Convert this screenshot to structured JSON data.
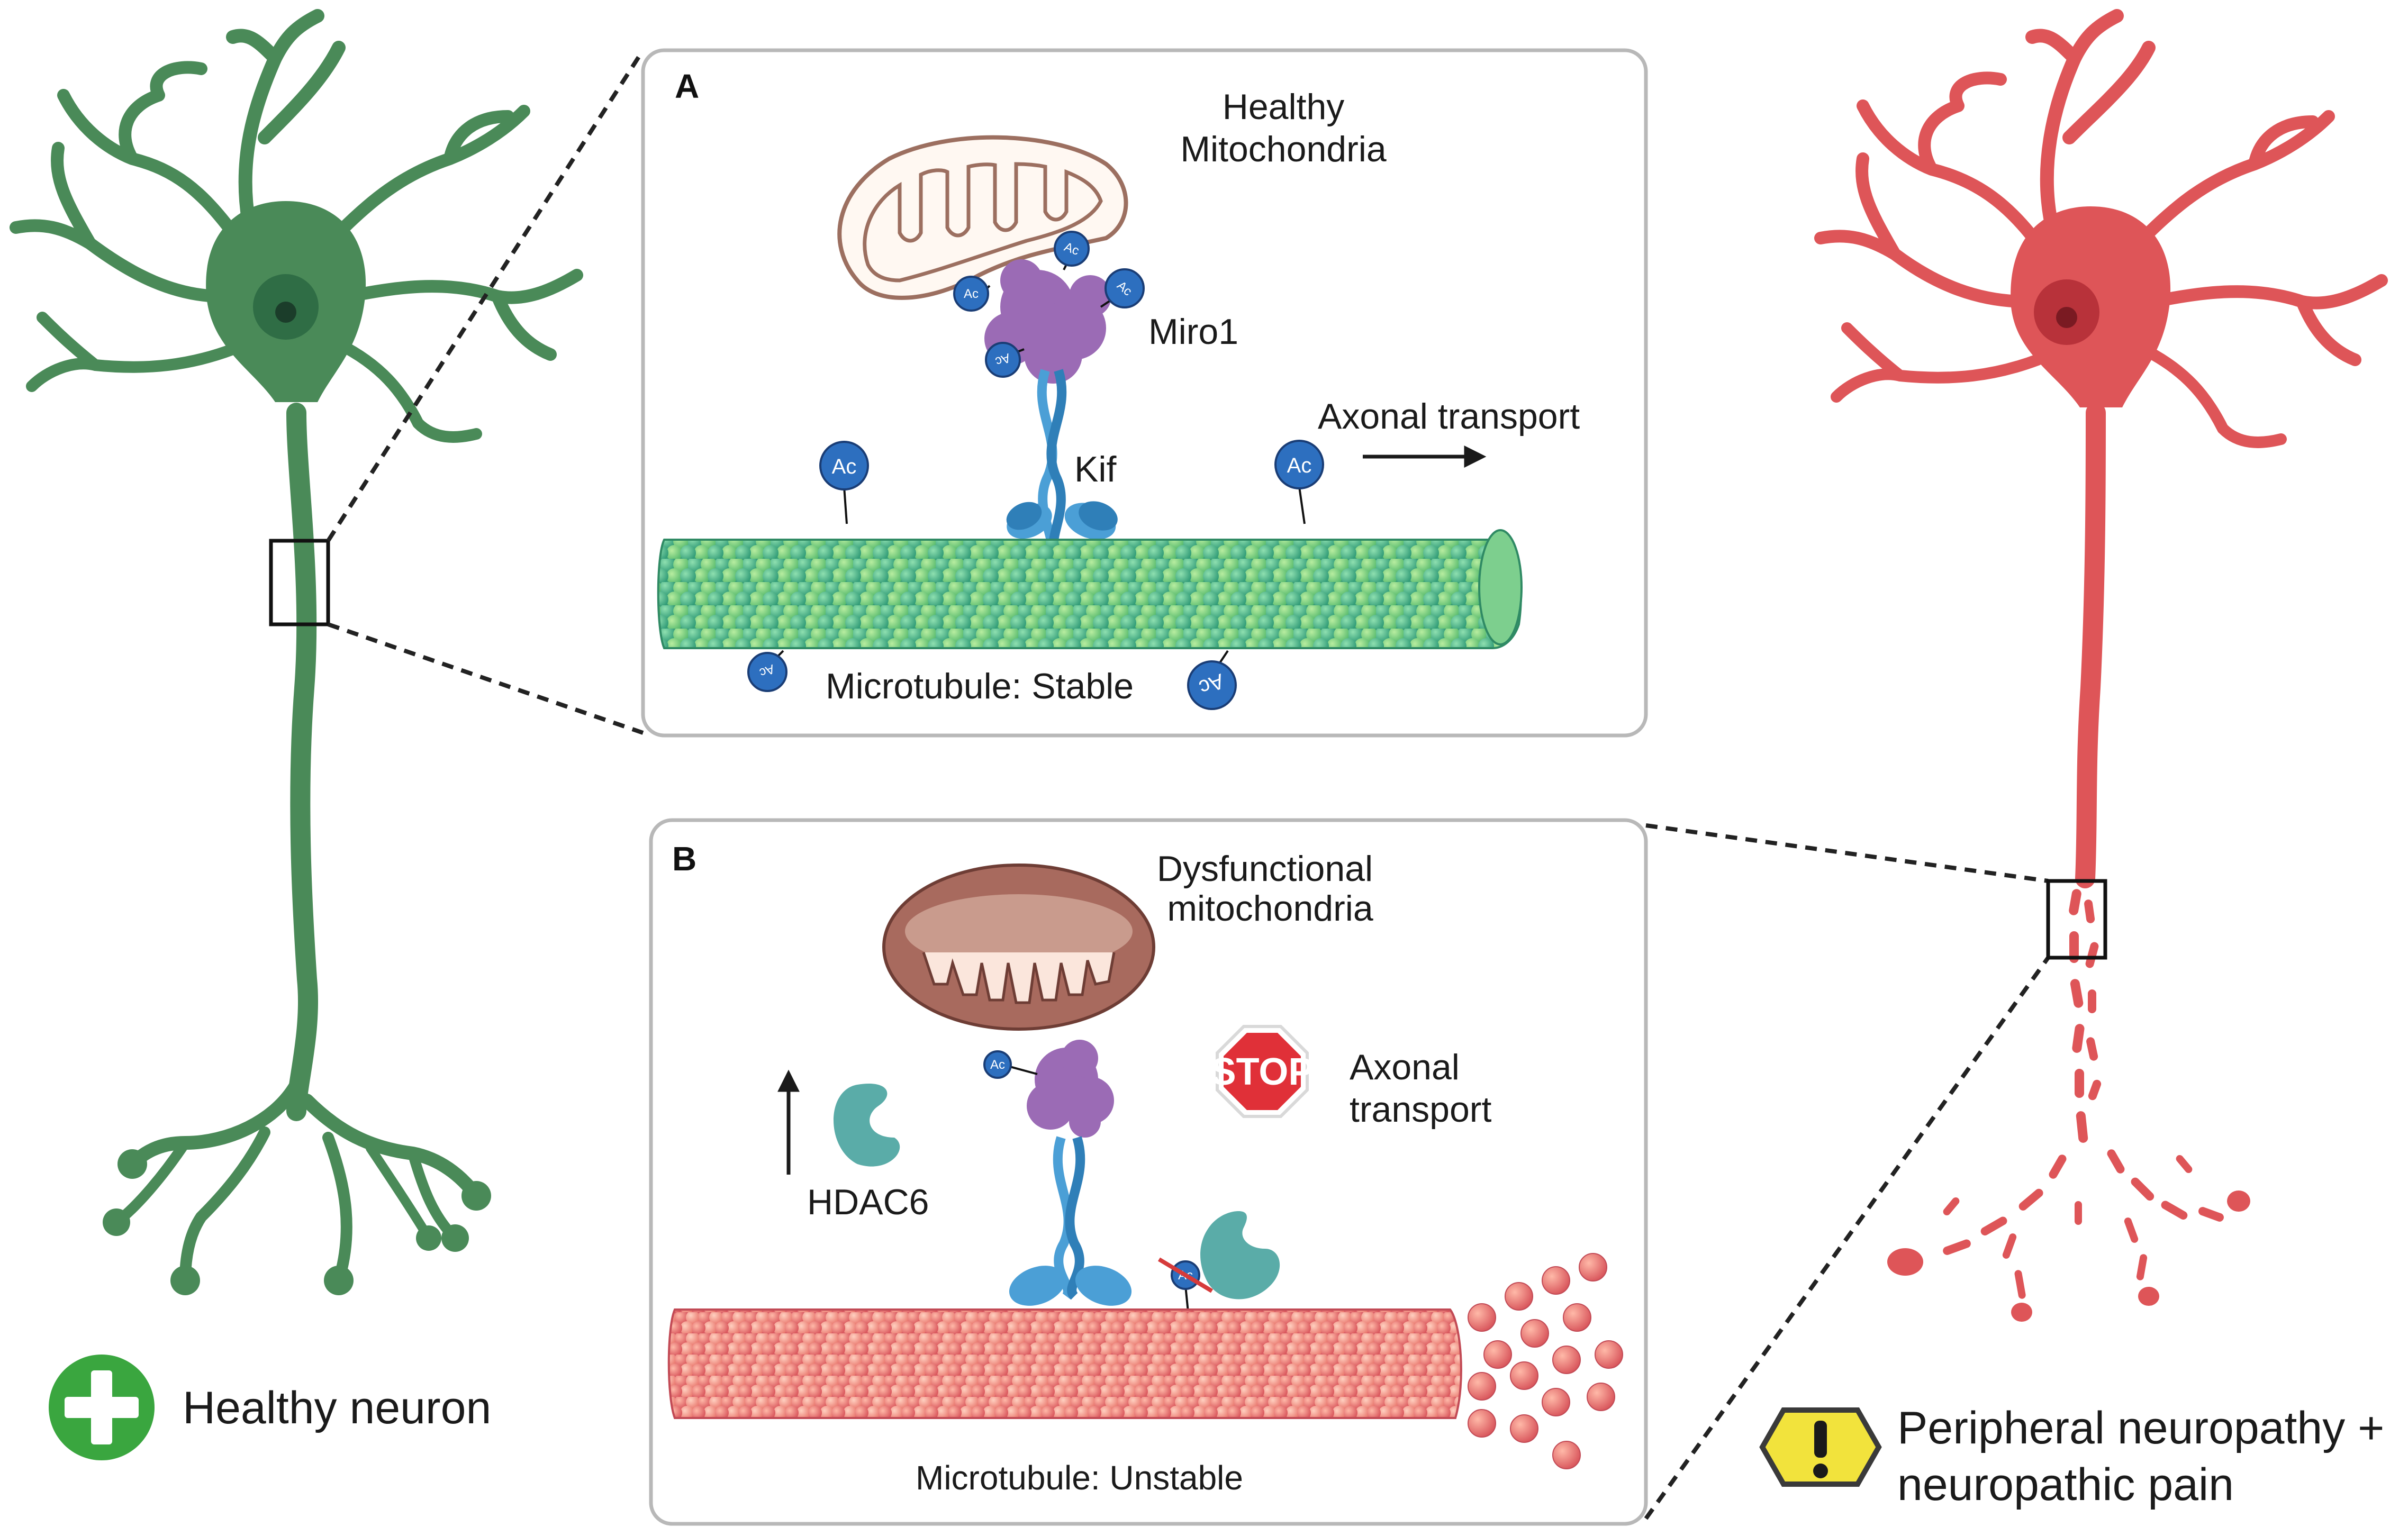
{
  "panel_a": {
    "letter": "A",
    "mito_label_line1": "Healthy",
    "mito_label_line2": "Mitochondria",
    "miro_label": "Miro1",
    "kif_label": "Kif",
    "transport_label": "Axonal transport",
    "microtubule_label": "Microtubule: Stable"
  },
  "panel_b": {
    "letter": "B",
    "mito_label_line1": "Dysfunctional",
    "mito_label_line2": "mitochondria",
    "stop_sign": "STOP",
    "transport_line1": "Axonal",
    "transport_line2": "transport",
    "hdac_label": "HDAC6",
    "microtubule_label": "Microtubule: Unstable"
  },
  "acetyl_tag": "Ac",
  "healthy_neuron_label": "Healthy neuron",
  "disease_label_line1": "Peripheral neuropathy +",
  "disease_label_line2": "neuropathic pain",
  "colors": {
    "healthy_neuron": "#4a8a58",
    "damaged_neuron": "#de5558",
    "acetyl_tag": "#2d6fbf",
    "kinesin": "#4b9fd6",
    "miro": "#9b6bb5",
    "hdac6": "#5aaca8",
    "stop": "#e03038",
    "plus_badge": "#3aa63f",
    "warning_badge": "#f2e33c"
  }
}
